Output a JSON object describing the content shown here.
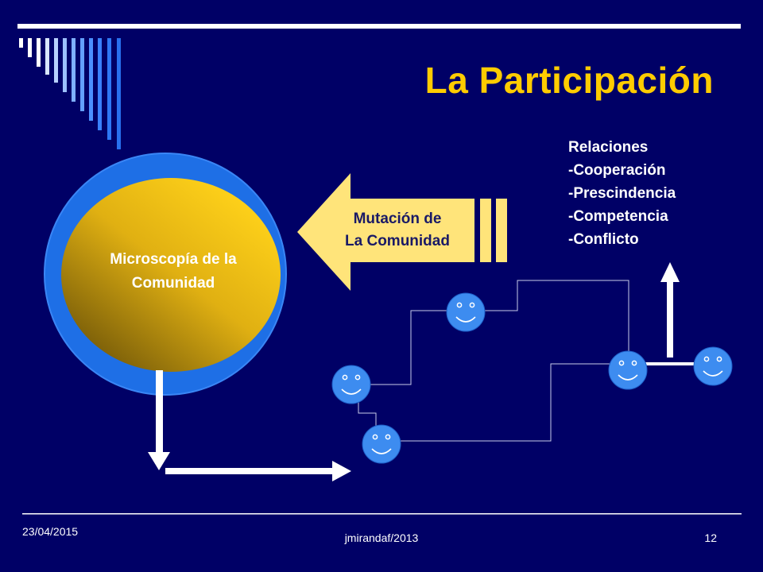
{
  "slide": {
    "title": "La Participación",
    "circle_label": [
      "Microscopía de la",
      "Comunidad"
    ],
    "arrow_label": [
      "Mutación de",
      "La Comunidad"
    ],
    "relaciones": [
      "Relaciones",
      "-Cooperación",
      "-Prescindencia",
      "-Competencia",
      "-Conflicto"
    ]
  },
  "footer": {
    "date": "23/04/2015",
    "author": "jmirandaf/2013",
    "page": "12"
  },
  "colors": {
    "background": "#000066",
    "title": "#FFCC00",
    "ring": "#1E6FE6",
    "face": "#3D8CF0",
    "arrow_fill": "#FFE47A"
  },
  "icons": [
    "smiley-face-icon",
    "up-arrow-icon",
    "down-arrow-icon",
    "right-arrow-icon",
    "left-block-arrow-icon"
  ]
}
